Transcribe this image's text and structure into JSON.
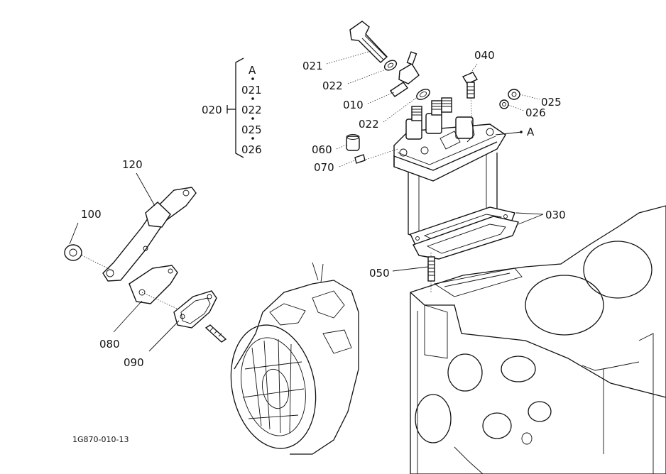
{
  "callouts": {
    "c021": "021",
    "c022a": "022",
    "c010": "010",
    "c022b": "022",
    "c040": "040",
    "c025": "025",
    "c026": "026",
    "c060": "060",
    "c070": "070",
    "c030": "030",
    "c050": "050",
    "c120": "120",
    "c100": "100",
    "c080": "080",
    "c090": "090",
    "refA": "A"
  },
  "assembly_group": {
    "label": "020",
    "items": [
      "A",
      "021",
      "022",
      "025",
      "026"
    ]
  },
  "figure_code": "1G870-010-13"
}
